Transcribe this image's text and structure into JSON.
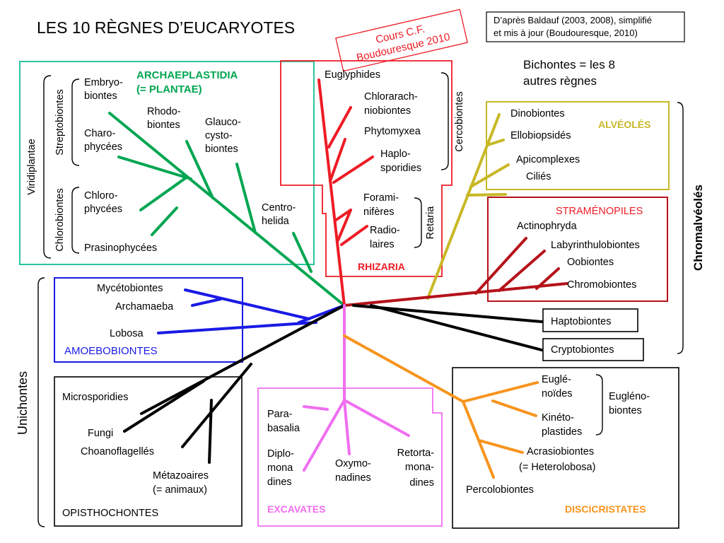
{
  "title": "LES 10 RÈGNES D’EUCARYOTES",
  "stamp": [
    "Cours C.F.",
    "Boudouresque 2010"
  ],
  "source_note": [
    "D’après Baldauf (2003, 2008), simplifié",
    "et mis à jour (Boudouresque, 2010)"
  ],
  "bichontes_note": [
    "Bichontes = les 8",
    "autres règnes"
  ],
  "colors": {
    "archaeplastidia": "#00a651",
    "rhizaria": "#ee1c25",
    "alveoles": "#c8b826",
    "stramenopiles": "#b5121b",
    "amoebobiontes": "#1a1ae6",
    "opisthochontes": "#000000",
    "excavates": "#f06ef0",
    "discicristates": "#f7941d",
    "archaeplastidia_box": "#2bc4a0",
    "alveoles_box": "#c8b826"
  },
  "groups": {
    "archaeplastidia": [
      "ARCHAEPLASTIDIA",
      "(= PLANTAE)"
    ],
    "rhizaria": "RHIZARIA",
    "alveoles": "ALVÉOLÉS",
    "stramenopiles": "STRAMÉNOPILES",
    "amoebobiontes": "AMOEBOBIONTES",
    "opisthochontes": "OPISTHOCHONTES",
    "excavates": "EXCAVATES",
    "discicristates": "DISCICRISTATES"
  },
  "brackets": {
    "viridiplantae": "Viridiplantae",
    "streptobiontes": "Streptobiontes",
    "chlorobiontes": "Chlorobiontes",
    "cercobiontes": "Cercobiontes",
    "retaria": "Retaria",
    "chromalveoles": "Chromalvéolés",
    "unichontes": "Unichontes",
    "euglenobiontes": [
      "Eugléno-",
      "biontes"
    ]
  },
  "taxa": {
    "embryobiontes": [
      "Embryo-",
      "biontes"
    ],
    "rhodobiontes": [
      "Rhodo-",
      "biontes"
    ],
    "glaucocystobiontes": [
      "Glauco-",
      "cysto-",
      "biontes"
    ],
    "charophycees": [
      "Charo-",
      "phycées"
    ],
    "chlorophycees": [
      "Chloro-",
      "phycées"
    ],
    "prasinophycees": "Prasinophycées",
    "centrohelida": [
      "Centro-",
      "helida"
    ],
    "euglyphides": "Euglyphides",
    "chlorarachniobiontes": [
      "Chlorarach-",
      "niobiontes"
    ],
    "phytomyxea": "Phytomyxea",
    "haplosporidies": [
      "Haplo-",
      "sporidies"
    ],
    "foraminiferes": [
      "Forami-",
      "nifères"
    ],
    "radiolaires": [
      "Radio-",
      "laires"
    ],
    "dinobiontes": "Dinobiontes",
    "ellobiopsides": "Ellobiopsidés",
    "apicomplexes": "Apicomplexes",
    "cilies": "Ciliés",
    "actinophryda": "Actinophryda",
    "labyrinthulobiontes": "Labyrinthulobiontes",
    "oobiontes": "Oobiontes",
    "chromobiontes": "Chromobiontes",
    "haptobiontes": "Haptobiontes",
    "cryptobiontes": "Cryptobiontes",
    "mycetobiontes": "Mycétobiontes",
    "archamaeba": "Archamaeba",
    "lobosa": "Lobosa",
    "microsporidies": "Microsporidies",
    "fungi": "Fungi",
    "choanoflagelles": "Choanoflagellés",
    "metazoaires": [
      "Métazoaires",
      "(= animaux)"
    ],
    "parabasalia": [
      "Para-",
      "basalia"
    ],
    "diplomonadines": [
      "Diplo-",
      "mona",
      "dines"
    ],
    "oxymonadines": [
      "Oxymo-",
      "nadines"
    ],
    "retortamonadines": [
      "Retorta-",
      "mona-",
      "dines"
    ],
    "euglenoides": [
      "Euglé-",
      "noïdes"
    ],
    "kinetoplastides": [
      "Kinéto-",
      "plastides"
    ],
    "acrasiobiontes": [
      "Acrasiobiontes",
      "(= Heterolobosa)"
    ],
    "percolobiontes": "Percolobiontes"
  }
}
